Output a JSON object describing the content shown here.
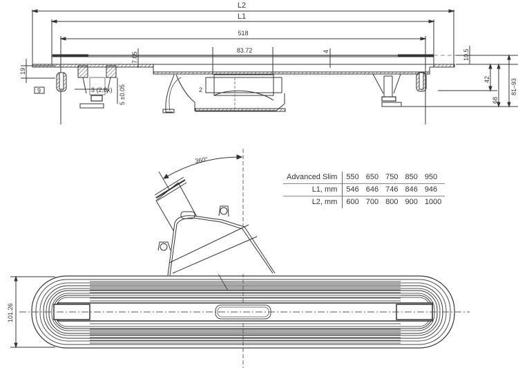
{
  "top_view": {
    "dimensions": {
      "L2": "L2",
      "L1": "L1",
      "grate_length": "518",
      "outlet_width": "83.72",
      "flange_step": "7.05",
      "grate_offset": "4",
      "grate_height": "10.5",
      "left_height": "19",
      "left_box": "9",
      "foot_adjust": "5 ±0.05",
      "screw_note": "3 (2,8x)",
      "body_depth": "42",
      "total_height": "68",
      "height_range": "81–93",
      "slope_mark": "2"
    }
  },
  "rotation_view": {
    "angle_label": "360°"
  },
  "plan_view": {
    "width_dimension": "101.26"
  },
  "spec_table": {
    "rows": [
      {
        "label": "Advanced Slim",
        "values": [
          "550",
          "650",
          "750",
          "850",
          "950"
        ]
      },
      {
        "label": "L1, mm",
        "values": [
          "546",
          "646",
          "746",
          "846",
          "946"
        ]
      },
      {
        "label": "L2, mm",
        "values": [
          "600",
          "700",
          "800",
          "900",
          "1000"
        ]
      }
    ]
  }
}
